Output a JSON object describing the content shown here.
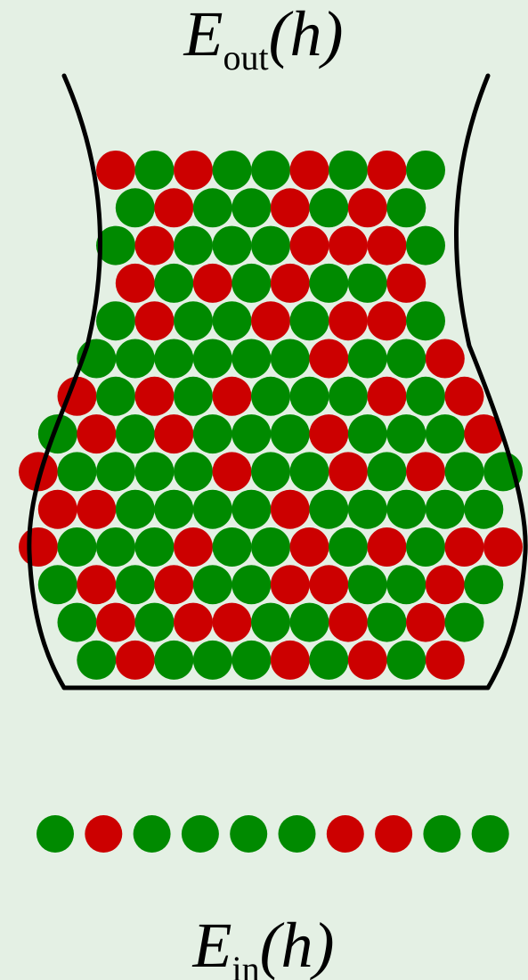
{
  "labels": {
    "top": {
      "symbol": "E",
      "subscript": "out",
      "argument": "(h)"
    },
    "bottom": {
      "symbol": "E",
      "subscript": "in",
      "argument": "(h)"
    }
  },
  "colors": {
    "background": "#e4f0e4",
    "green_marble": "#008a00",
    "red_marble": "#cc0000",
    "outline": "#000000"
  },
  "bin": {
    "rows": [
      [
        "R",
        "G",
        "R",
        "G",
        "G",
        "R",
        "G",
        "R",
        "G"
      ],
      [
        "G",
        "R",
        "G",
        "G",
        "R",
        "G",
        "R",
        "G"
      ],
      [
        "G",
        "R",
        "G",
        "G",
        "G",
        "R",
        "R",
        "R",
        "G"
      ],
      [
        "R",
        "G",
        "R",
        "G",
        "R",
        "G",
        "G",
        "R"
      ],
      [
        "G",
        "R",
        "G",
        "G",
        "R",
        "G",
        "R",
        "R",
        "G"
      ],
      [
        "G",
        "G",
        "G",
        "G",
        "G",
        "G",
        "R",
        "G",
        "G",
        "R"
      ],
      [
        "R",
        "G",
        "R",
        "G",
        "R",
        "G",
        "G",
        "G",
        "R",
        "G",
        "R"
      ],
      [
        "G",
        "R",
        "G",
        "R",
        "G",
        "G",
        "G",
        "R",
        "G",
        "G",
        "G",
        "R"
      ],
      [
        "R",
        "G",
        "G",
        "G",
        "G",
        "R",
        "G",
        "G",
        "R",
        "G",
        "R",
        "G",
        "G"
      ],
      [
        "R",
        "R",
        "G",
        "G",
        "G",
        "G",
        "R",
        "G",
        "G",
        "G",
        "G",
        "G"
      ],
      [
        "R",
        "G",
        "G",
        "G",
        "R",
        "G",
        "G",
        "R",
        "G",
        "R",
        "G",
        "R",
        "R"
      ],
      [
        "G",
        "R",
        "G",
        "R",
        "G",
        "G",
        "R",
        "R",
        "G",
        "G",
        "R",
        "G"
      ],
      [
        "G",
        "R",
        "G",
        "R",
        "R",
        "G",
        "G",
        "R",
        "G",
        "R",
        "G"
      ],
      [
        "G",
        "R",
        "G",
        "G",
        "G",
        "R",
        "G",
        "R",
        "G",
        "R"
      ]
    ]
  },
  "sample": [
    "G",
    "R",
    "G",
    "G",
    "G",
    "G",
    "R",
    "R",
    "G",
    "G"
  ]
}
